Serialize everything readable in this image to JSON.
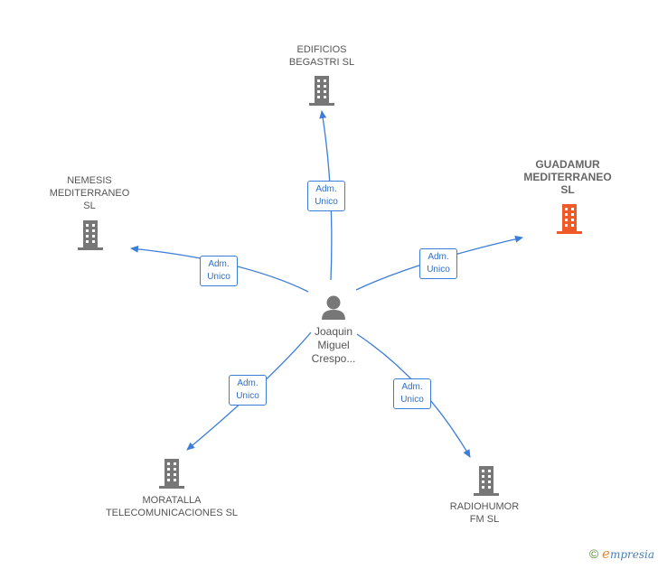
{
  "center": {
    "name": "Joaquin\nMiguel\nCrespo..."
  },
  "companies": [
    {
      "id": "edificios",
      "name": "EDIFICIOS\nBEGASTRI SL",
      "highlight": false
    },
    {
      "id": "guadamur",
      "name": "GUADAMUR\nMEDITERRANEO\nSL",
      "highlight": true
    },
    {
      "id": "nemesis",
      "name": "NEMESIS\nMEDITERRANEO\nSL",
      "highlight": false
    },
    {
      "id": "moratalla",
      "name": "MORATALLA\nTELECOMUNICACIONES SL",
      "highlight": false
    },
    {
      "id": "radiohumor",
      "name": "RADIOHUMOR\nFM  SL",
      "highlight": false
    }
  ],
  "edges": [
    {
      "to": "edificios",
      "label": "Adm.\nUnico"
    },
    {
      "to": "guadamur",
      "label": "Adm.\nUnico"
    },
    {
      "to": "nemesis",
      "label": "Adm.\nUnico"
    },
    {
      "to": "moratalla",
      "label": "Adm.\nUnico"
    },
    {
      "to": "radiohumor",
      "label": "Adm.\nUnico"
    }
  ],
  "colors": {
    "edge": "#3b7dd8",
    "building": "#777777",
    "building_highlight": "#f05a28"
  },
  "footer": {
    "symbol": "©",
    "brand_initial": "e",
    "brand_rest": "mpresia"
  }
}
